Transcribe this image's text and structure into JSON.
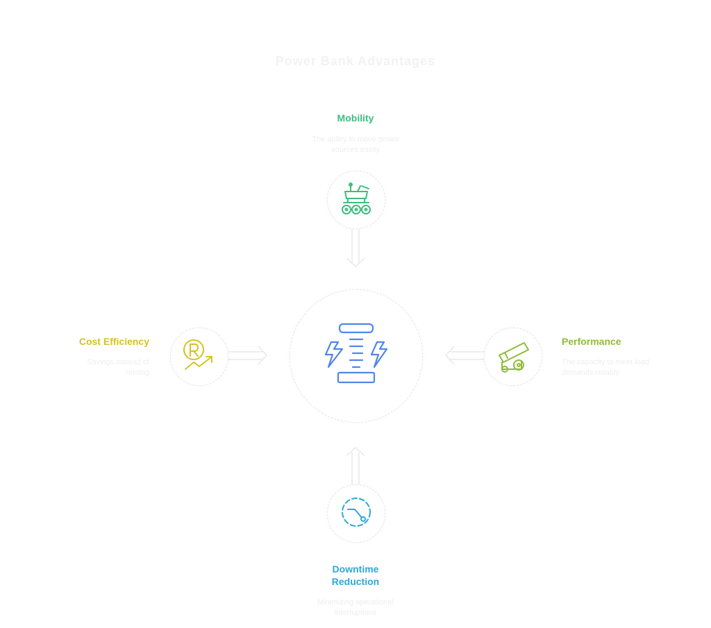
{
  "title": "Power Bank Advantages",
  "colors": {
    "mobility": "#3dbd7d",
    "performance": "#8fbc3a",
    "cost": "#d6c21f",
    "downtime": "#2ea6d8",
    "center": "#4f86e8"
  },
  "nodes": {
    "mobility": {
      "title": "Mobility",
      "desc": "The ability to move power sources easily",
      "icon": "rover-icon"
    },
    "performance": {
      "title": "Performance",
      "desc": "The capacity to meet load demands reliably",
      "icon": "cannon-icon"
    },
    "cost": {
      "title": "Cost Efficiency",
      "desc": "Savings instead of renting",
      "icon": "rupee-growth-icon"
    },
    "downtime": {
      "title": "Downtime Reduction",
      "desc": "Minimizing operational interruptions",
      "icon": "clock-icon"
    },
    "center": {
      "icon": "power-bank-icon"
    }
  }
}
